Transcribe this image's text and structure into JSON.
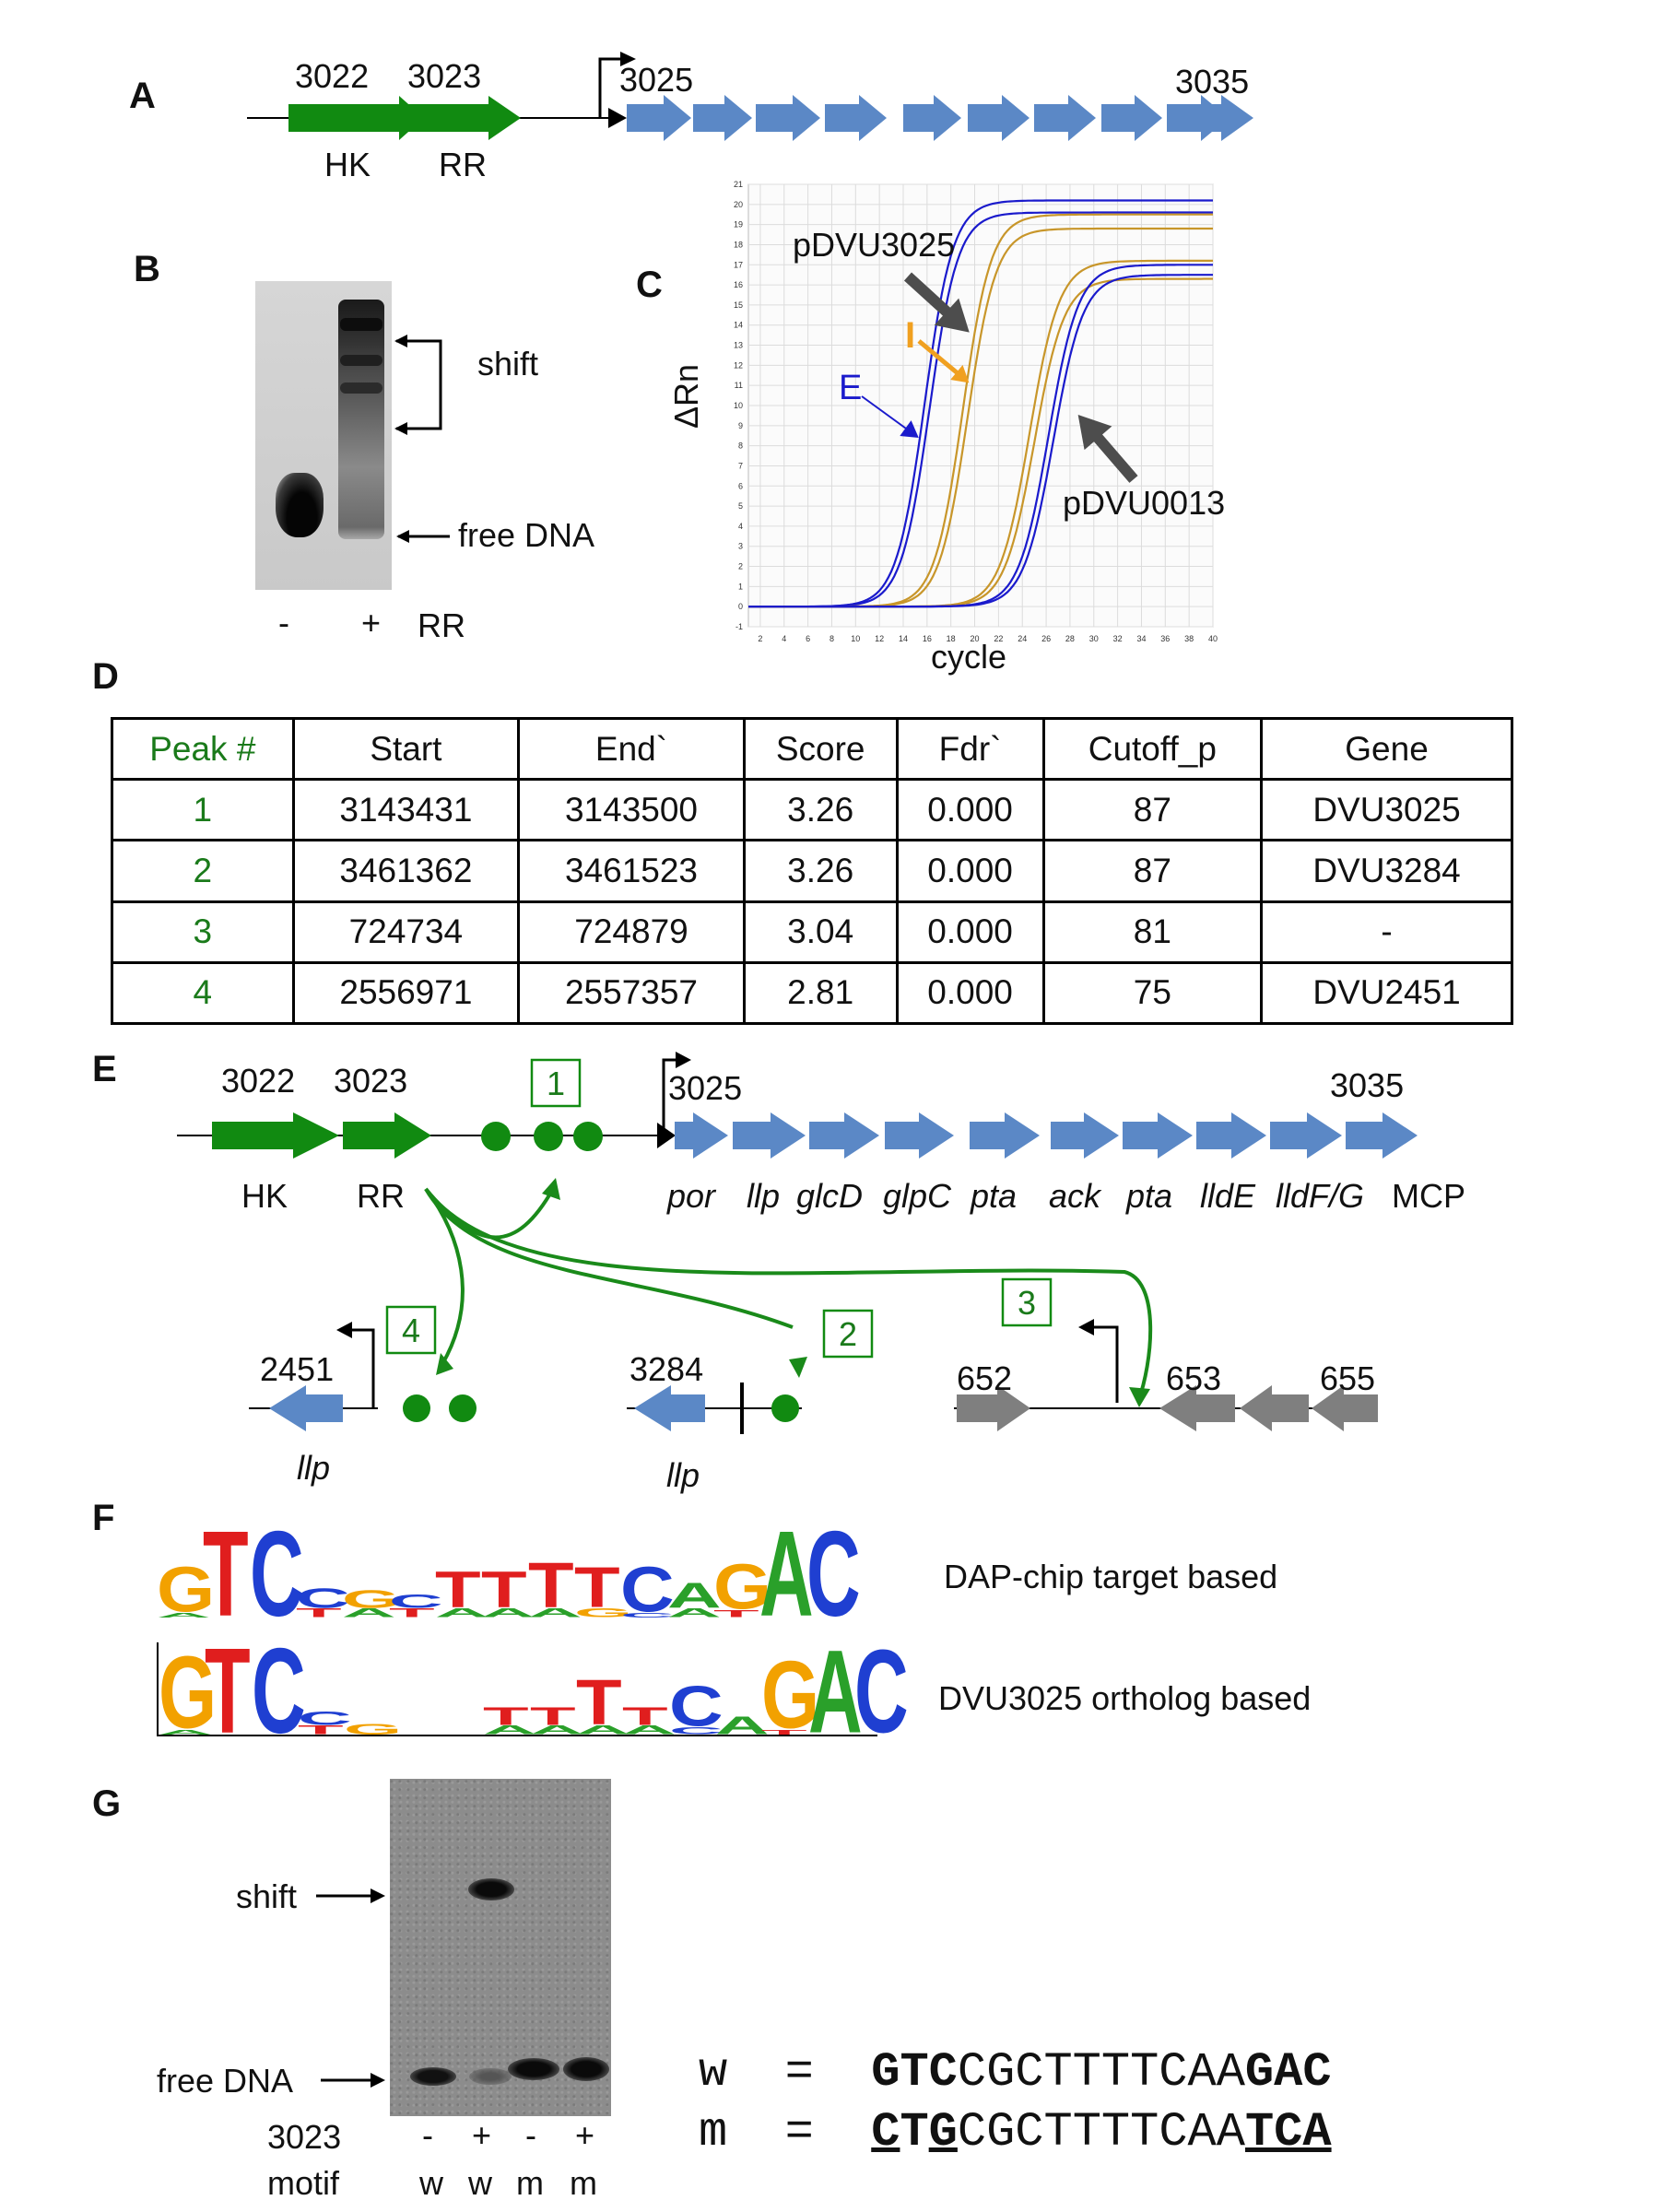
{
  "panels": {
    "A": "A",
    "B": "B",
    "C": "C",
    "D": "D",
    "E": "E",
    "F": "F",
    "G": "G"
  },
  "panelA": {
    "gene_3022": "3022",
    "gene_3023": "3023",
    "gene_3025": "3025",
    "gene_3035": "3035",
    "hk": "HK",
    "rr": "RR"
  },
  "panelB": {
    "shift": "shift",
    "free_dna": "free DNA",
    "minus": "-",
    "plus": "+",
    "rr": "RR"
  },
  "panelC": {
    "ylabel": "ΔRn",
    "xlabel": "cycle",
    "label_3025": "pDVU3025",
    "label_0013": "pDVU0013",
    "label_E": "E",
    "label_I": "I"
  },
  "chart_data": {
    "type": "line",
    "xlabel": "cycle",
    "ylabel": "ΔRn",
    "xlim": [
      1,
      40
    ],
    "ylim": [
      -1,
      21
    ],
    "x_ticks": [
      "2",
      "4",
      "6",
      "8",
      "10",
      "12",
      "14",
      "16",
      "18",
      "20",
      "22",
      "24",
      "26",
      "28",
      "30",
      "32",
      "34",
      "36",
      "38",
      "40"
    ],
    "y_ticks": [
      "-1",
      "0",
      "1",
      "2",
      "3",
      "4",
      "5",
      "6",
      "7",
      "8",
      "9",
      "10",
      "11",
      "12",
      "13",
      "14",
      "15",
      "16",
      "17",
      "18",
      "19",
      "20",
      "21"
    ],
    "grid": true,
    "series": [
      {
        "name": "pDVU3025",
        "color": "#1a1acc",
        "midpoint": 15.8,
        "plateau": 20.2,
        "slope": 0.42
      },
      {
        "name": "pDVU3025",
        "color": "#1a1acc",
        "midpoint": 16.2,
        "plateau": 19.6,
        "slope": 0.42
      },
      {
        "color": "#c8962a",
        "midpoint": 19.0,
        "plateau": 19.5,
        "slope": 0.42
      },
      {
        "color": "#c8962a",
        "midpoint": 19.4,
        "plateau": 18.8,
        "slope": 0.42
      },
      {
        "color": "#c8962a",
        "midpoint": 24.6,
        "plateau": 17.2,
        "slope": 0.4
      },
      {
        "color": "#c8962a",
        "midpoint": 25.0,
        "plateau": 16.3,
        "slope": 0.4
      },
      {
        "name": "pDVU0013",
        "color": "#1a1acc",
        "midpoint": 26.2,
        "plateau": 17.0,
        "slope": 0.4
      },
      {
        "name": "pDVU0013",
        "color": "#1a1acc",
        "midpoint": 26.6,
        "plateau": 16.5,
        "slope": 0.4
      }
    ]
  },
  "panelD": {
    "headers": [
      "Peak #",
      "Start",
      "End`",
      "Score",
      "Fdr`",
      "Cutoff_p",
      "Gene"
    ],
    "rows": [
      [
        "1",
        "3143431",
        "3143500",
        "3.26",
        "0.000",
        "87",
        "DVU3025"
      ],
      [
        "2",
        "3461362",
        "3461523",
        "3.26",
        "0.000",
        "87",
        "DVU3284"
      ],
      [
        "3",
        "724734",
        "724879",
        "3.04",
        "0.000",
        "81",
        "-"
      ],
      [
        "4",
        "2556971",
        "2557357",
        "2.81",
        "0.000",
        "75",
        "DVU2451"
      ]
    ]
  },
  "panelE": {
    "gene_3022": "3022",
    "gene_3023": "3023",
    "gene_3025": "3025",
    "gene_3035": "3035",
    "hk": "HK",
    "rr": "RR",
    "operon_genes": [
      "por",
      "llp",
      "glcD",
      "glpC",
      "pta",
      "ack",
      "pta",
      "lldE",
      "lldF/G"
    ],
    "mcp": "MCP",
    "box1": "1",
    "box2": "2",
    "box3": "3",
    "box4": "4",
    "gene_2451": "2451",
    "gene_3284": "3284",
    "gene_652": "652",
    "gene_653": "653",
    "gene_655": "655",
    "llp_2451": "llp",
    "llp_3284": "llp"
  },
  "panelF": {
    "label_dap": "DAP-chip target based",
    "label_ortholog": "DVU3025 ortholog based",
    "colors": {
      "A": "#2aa02a",
      "C": "#1f3fd1",
      "G": "#f2a100",
      "T": "#e01e1e"
    }
  },
  "panelG": {
    "shift": "shift",
    "free_dna": "free DNA",
    "row_3023_label": "3023",
    "row_motif_label": "motif",
    "lanes_3023": [
      "-",
      "+",
      "-",
      "+"
    ],
    "lanes_motif": [
      "w",
      "w",
      "m",
      "m"
    ],
    "w_prefix": "w  =  ",
    "m_prefix": "m  =  ",
    "w_bold1": "GTC",
    "w_mid": "CGCTTTTCAA",
    "w_bold2": "GAC",
    "m_u1": "C",
    "m_b1": "T",
    "m_u2": "G",
    "m_mid": "CGCTTTTCAA",
    "m_bold2": "TCA"
  }
}
